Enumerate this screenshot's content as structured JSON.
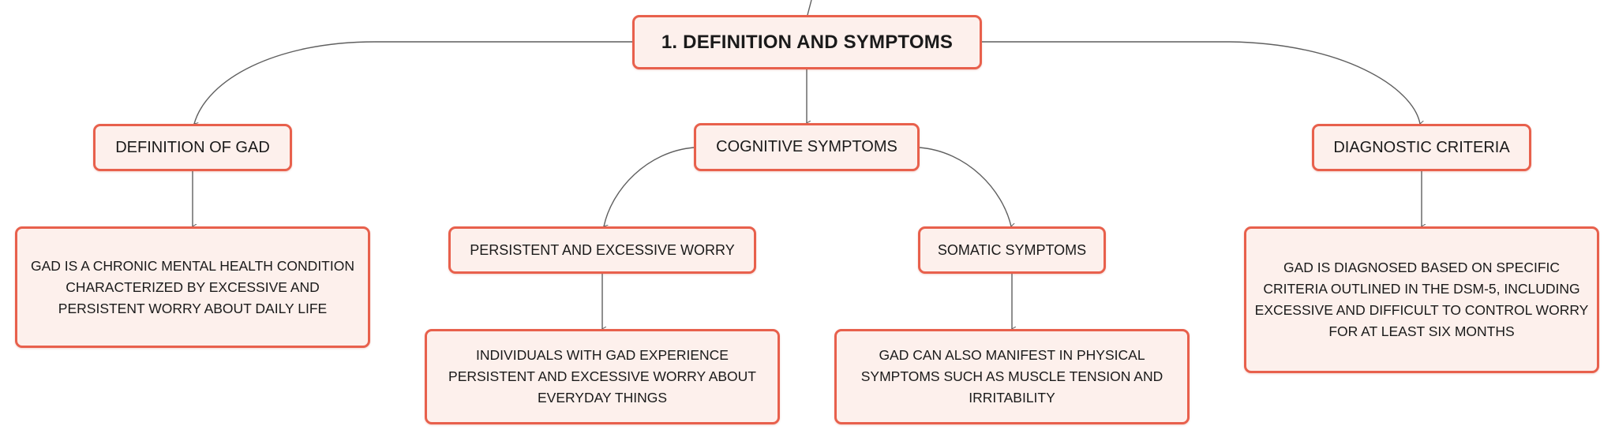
{
  "colors": {
    "node_border": "#e8604c",
    "node_fill": "#fdf0ec",
    "connector": "#5f5f5f",
    "text": "#1a1a1a"
  },
  "root": {
    "label": "1. DEFINITION AND SYMPTOMS"
  },
  "topics": {
    "definition": {
      "label": "DEFINITION OF GAD",
      "detail": "GAD IS A CHRONIC MENTAL HEALTH CONDITION CHARACTERIZED BY EXCESSIVE AND PERSISTENT WORRY ABOUT DAILY LIFE"
    },
    "cognitive": {
      "label": "COGNITIVE SYMPTOMS",
      "children": {
        "worry": {
          "label": "PERSISTENT AND EXCESSIVE WORRY",
          "detail": "INDIVIDUALS WITH GAD EXPERIENCE PERSISTENT AND EXCESSIVE WORRY ABOUT EVERYDAY THINGS"
        },
        "somatic": {
          "label": "SOMATIC SYMPTOMS",
          "detail": "GAD CAN ALSO MANIFEST IN PHYSICAL SYMPTOMS SUCH AS MUSCLE TENSION AND IRRITABILITY"
        }
      }
    },
    "diagnostic": {
      "label": "DIAGNOSTIC CRITERIA",
      "detail": "GAD IS DIAGNOSED BASED ON SPECIFIC CRITERIA OUTLINED IN THE DSM-5, INCLUDING EXCESSIVE AND DIFFICULT TO CONTROL WORRY FOR AT LEAST SIX MONTHS"
    }
  }
}
